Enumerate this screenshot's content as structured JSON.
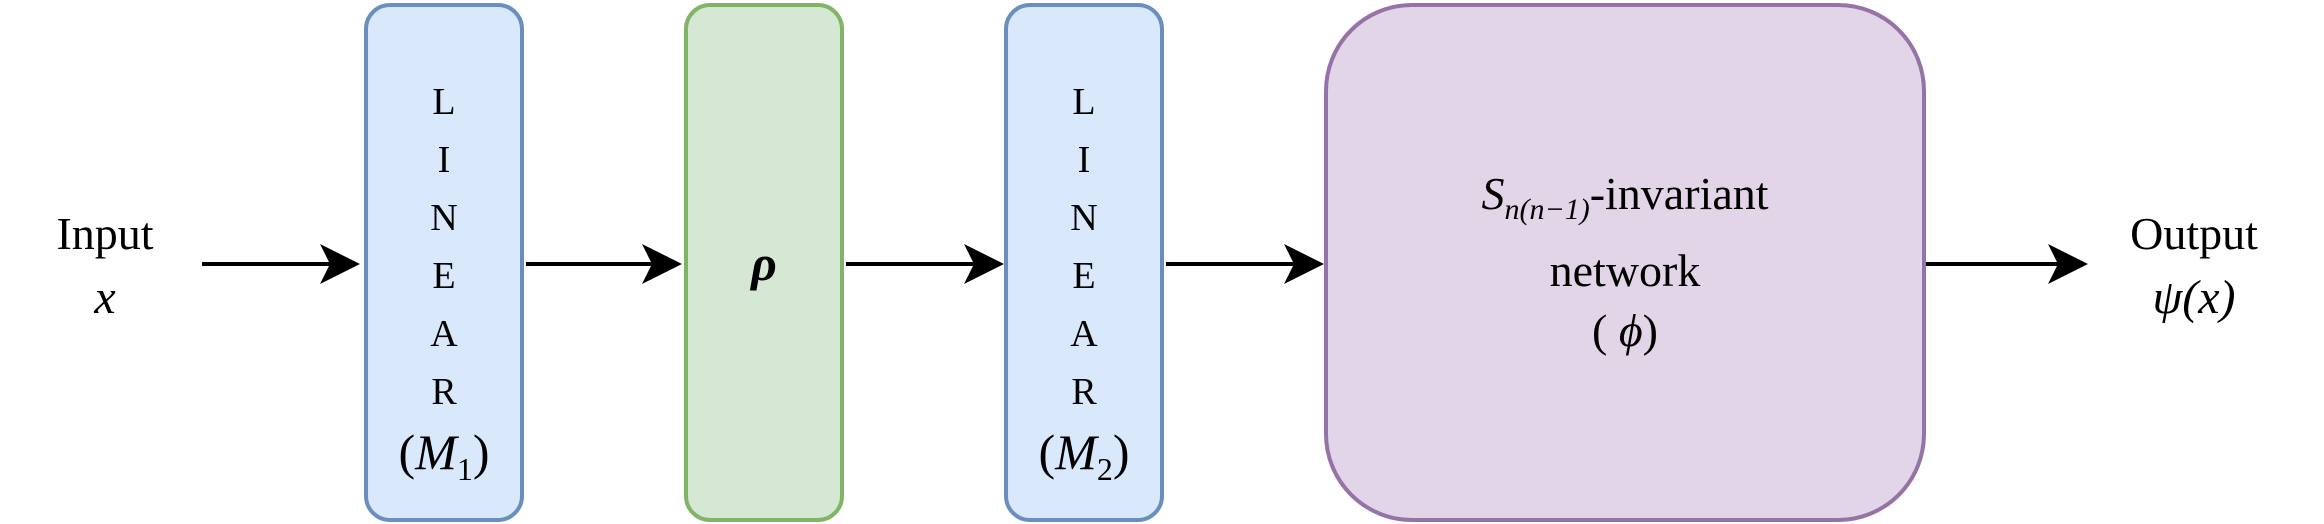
{
  "colors": {
    "linear_fill": "#dae8fc",
    "linear_border": "#6c8ebf",
    "rho_fill": "#d5e8d4",
    "rho_border": "#82b366",
    "network_fill": "#e1d5e7",
    "network_border": "#9673a6",
    "arrow": "#000000"
  },
  "input": {
    "label": "Input",
    "symbol": "x"
  },
  "linear1": {
    "letters": [
      "L",
      "I",
      "N",
      "E",
      "A",
      "R"
    ],
    "matrix_open": "(",
    "matrix_symbol": "M",
    "matrix_subscript": "1",
    "matrix_close": ")"
  },
  "rho": {
    "symbol": "ρ"
  },
  "linear2": {
    "letters": [
      "L",
      "I",
      "N",
      "E",
      "A",
      "R"
    ],
    "matrix_open": "(",
    "matrix_symbol": "M",
    "matrix_subscript": "2",
    "matrix_close": ")"
  },
  "network": {
    "group_symbol": "S",
    "group_subscript": "n(n−1)",
    "suffix": "-invariant",
    "line2": "network",
    "line3_open": "( ",
    "line3_symbol": "ϕ",
    "line3_close": ")"
  },
  "output": {
    "label": "Output",
    "symbol": "ψ(x)"
  }
}
